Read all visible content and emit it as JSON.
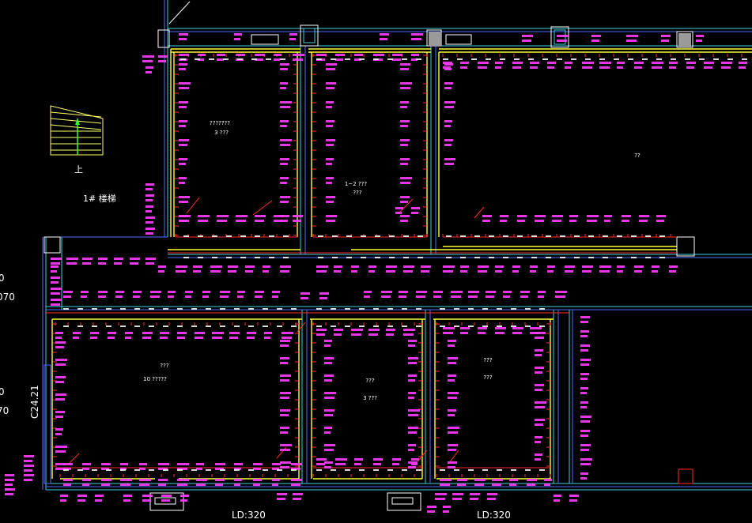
{
  "drawing": {
    "stair_label": "1# 楼梯",
    "stair_up_label": "上",
    "beam_labels": [
      "LD:320",
      "LD:320"
    ],
    "room_labels": [
      {
        "name": "room-top-left",
        "lines": [
          "???????",
          "3 ???"
        ]
      },
      {
        "name": "room-top-mid",
        "lines": [
          "1~2 ???",
          "???"
        ]
      },
      {
        "name": "room-top-right",
        "lines": [
          "??"
        ]
      },
      {
        "name": "room-bottom-left",
        "lines": [
          "???",
          "10 ?????"
        ]
      },
      {
        "name": "room-bottom-mid",
        "lines": [
          "???",
          "3 ???"
        ]
      },
      {
        "name": "room-bottom-right",
        "lines": [
          "???",
          "???"
        ]
      }
    ],
    "left_edge_labels": [
      "0",
      "070",
      "0",
      "70"
    ],
    "column_label": "C24.21",
    "colors": {
      "background": "#000000",
      "wall_cyan": "#3fd0e0",
      "wall_blue": "#4a6fff",
      "beam_yellow": "#ffff33",
      "annotation_magenta": "#ff3cff",
      "dimension_red": "#ff2a2a",
      "text_white": "#ffffff",
      "stair_yellow": "#ffff66",
      "arrow_green": "#33ff33"
    }
  }
}
